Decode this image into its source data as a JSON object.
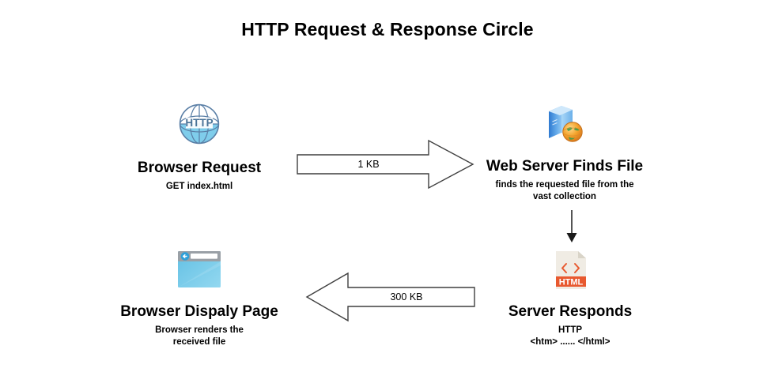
{
  "page": {
    "title": "HTTP Request & Response Circle",
    "background": "#ffffff"
  },
  "colors": {
    "globe_outline": "#5a7fa6",
    "globe_water": "#7fcdeb",
    "server_blue_dark": "#3a7fd5",
    "server_blue_light": "#b4ddf7",
    "server_globe_orange": "#f09a2b",
    "html_orange": "#e8592f",
    "html_paper": "#f0ece4",
    "browser_chrome_gray": "#9aa0a6",
    "browser_content_blue": "#74c8e8",
    "arrow_stroke": "#3f3f3f",
    "thin_arrow": "#2b2b2b"
  },
  "nodes": {
    "browser_request": {
      "icon": "http-globe-icon",
      "icon_label": "HTTP",
      "title": "Browser Request",
      "sub_lines": [
        "GET index.html"
      ]
    },
    "web_server": {
      "icon": "web-server-icon",
      "title": "Web Server Finds File",
      "sub_lines": [
        "finds the requested file from the",
        "vast collection"
      ]
    },
    "server_responds": {
      "icon": "html-file-icon",
      "icon_label": "HTML",
      "title": "Server Responds",
      "sub_lines": [
        "HTTP",
        "<htm> ...... </html>"
      ]
    },
    "browser_display": {
      "icon": "browser-window-icon",
      "title": "Browser Dispaly Page",
      "sub_lines": [
        "Browser renders the",
        "received file"
      ]
    }
  },
  "arrows": {
    "request": {
      "label": "1 KB",
      "direction": "right"
    },
    "response": {
      "label": "300 KB",
      "direction": "left"
    },
    "process": {
      "label": "",
      "direction": "down"
    }
  }
}
